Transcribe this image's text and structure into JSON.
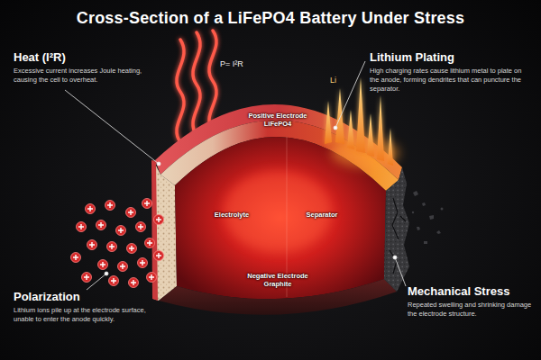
{
  "diagram": {
    "title": "Cross-Section of a LiFePO4 Battery Under Stress",
    "labels": [
      "Heat (I²R)",
      "Excessive current increases Joule heating, causing the cell to overheat.",
      "P= I²R",
      "Lithium Plating",
      "High charging rates cause lithium metal to plate on the anode, forming dendrites that can puncture the separator.",
      "Li",
      "Positive Electrode LiFePO4",
      "Electrolyte",
      "Separator",
      "Negative Electrode Graphite",
      "Polarization",
      "Lithium ions pile up at the electrode surface, unable to enter the anode quickly.",
      "Mechanical Stress",
      "Repeated swelling and shrinking damage the electrode structure."
    ]
  }
}
